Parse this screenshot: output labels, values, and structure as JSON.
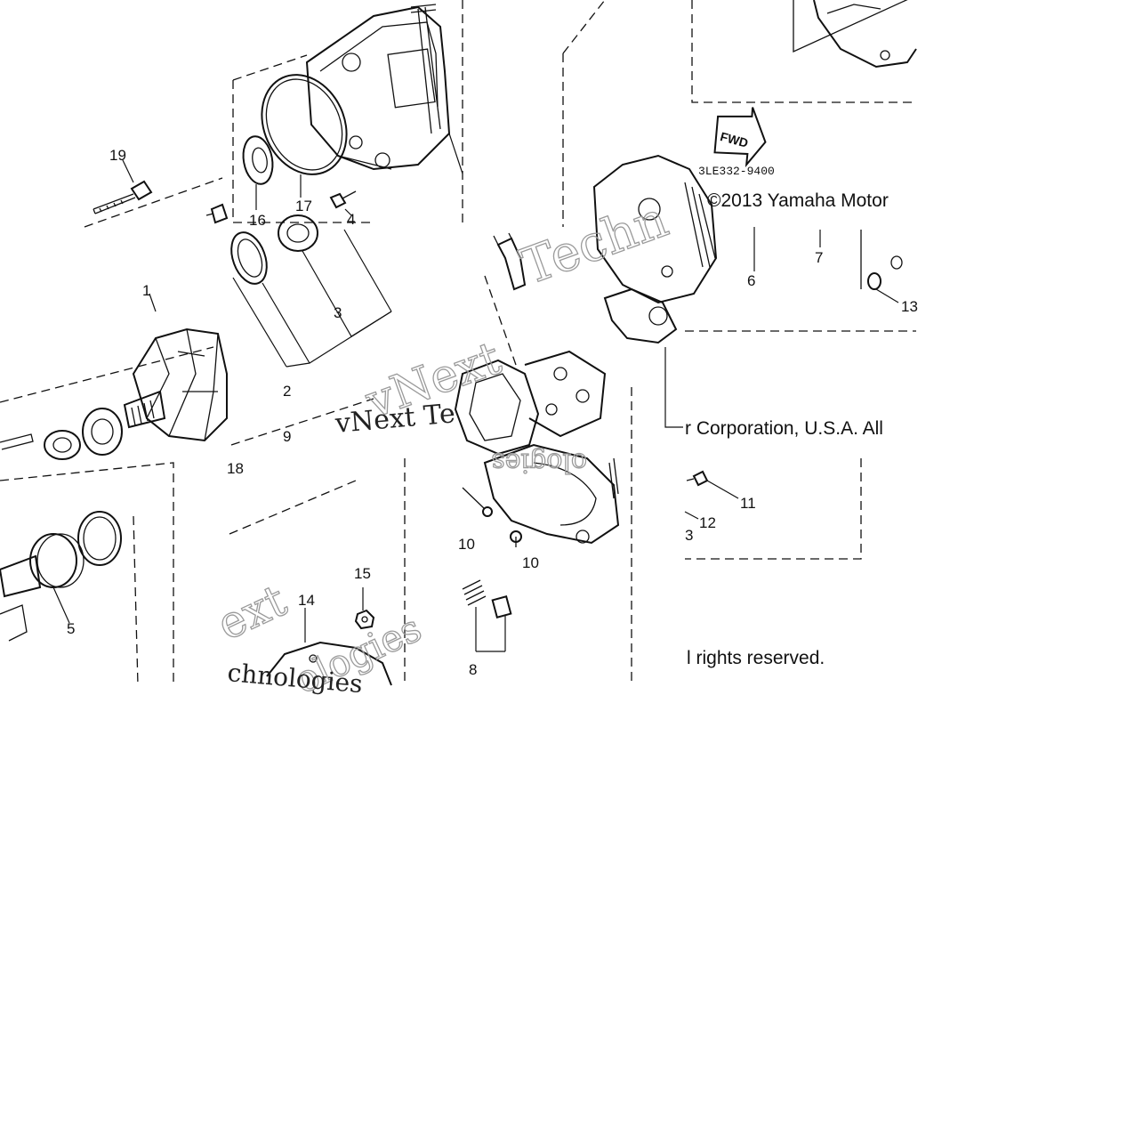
{
  "diagram": {
    "part_code": "3LE332-9400",
    "fwd_label": "FWD",
    "copyright": {
      "line1": "©2013 Yamaha Motor",
      "line2": "r Corporation, U.S.A. All",
      "line3": "l rights reserved."
    },
    "watermarks": {
      "a": "Techn",
      "b": "vNext Te",
      "c": "vNext",
      "d": "ologies",
      "e": "ext",
      "f": "chnologies",
      "g": "ologies"
    },
    "callouts": {
      "c1": "1",
      "c2": "2",
      "c3": "3",
      "c4": "4",
      "c5": "5",
      "c6": "6",
      "c7": "7",
      "c8": "8",
      "c9": "9",
      "c10a": "10",
      "c10b": "10",
      "c11": "11",
      "c12": "12",
      "c13a": "13",
      "c13b": "3",
      "c14": "14",
      "c15": "15",
      "c16": "16",
      "c17": "17",
      "c18": "18",
      "c19": "19"
    }
  }
}
